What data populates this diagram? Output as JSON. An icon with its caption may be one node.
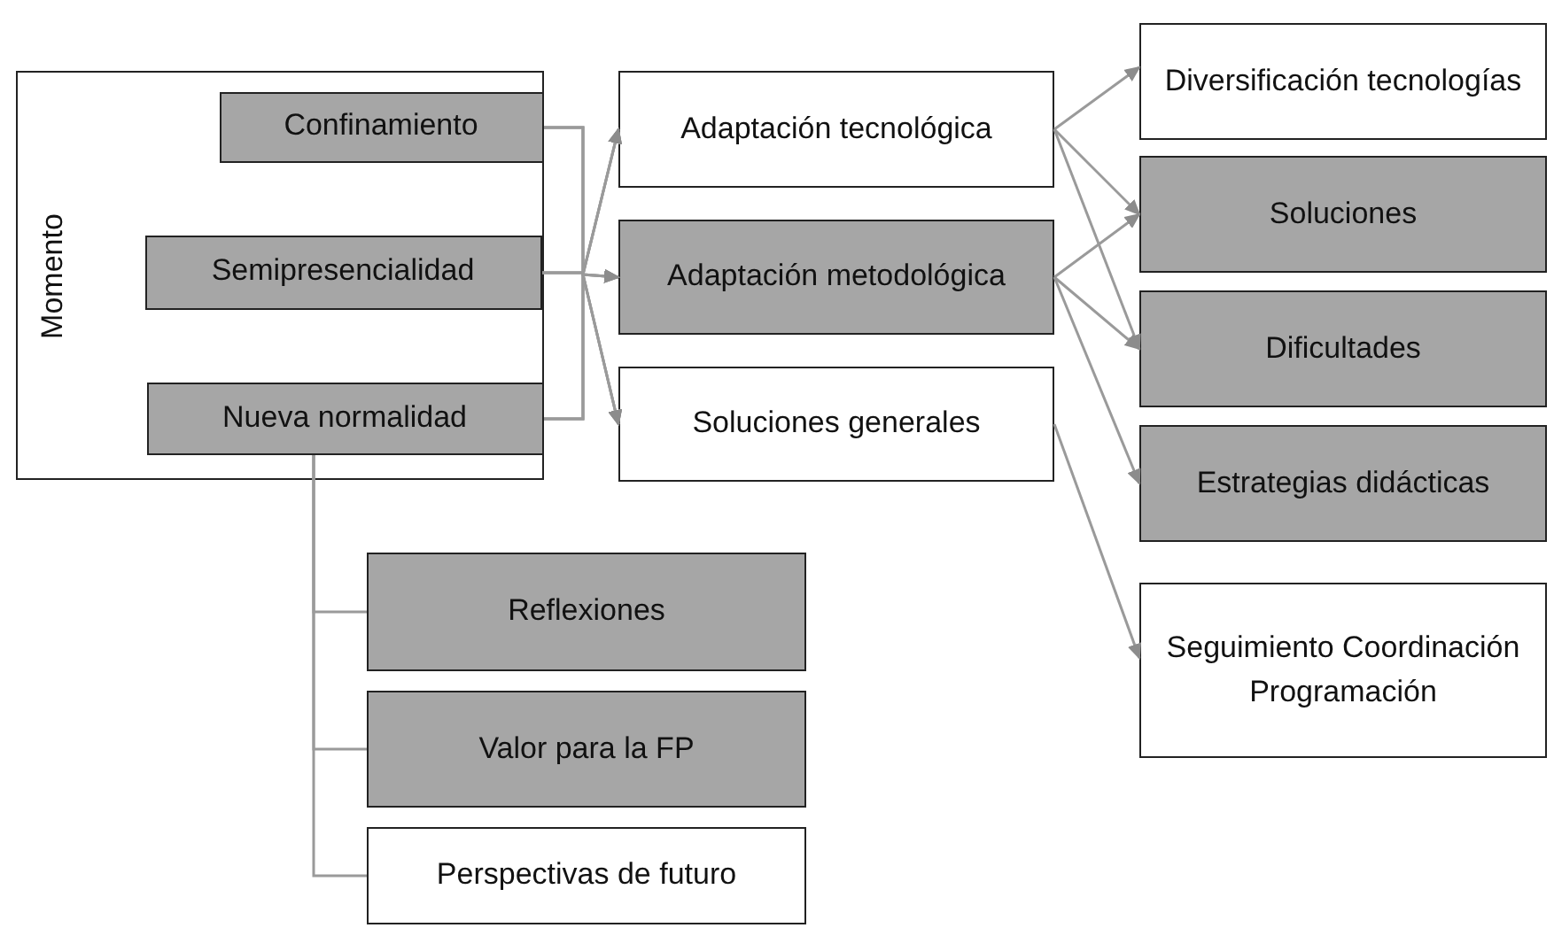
{
  "diagram": {
    "nodes": [
      {
        "text": [
          "Momento"
        ]
      },
      {
        "text": [
          "Confinamiento"
        ],
        "in": 0
      },
      {
        "text": [
          "Semipresencialidad"
        ],
        "in": 0
      },
      {
        "text": [
          "Nueva normalidad"
        ],
        "in": 0
      },
      {
        "text": [
          "Adaptación tecnológica"
        ]
      },
      {
        "text": [
          "Adaptación metodológica"
        ]
      },
      {
        "text": [
          "Soluciones generales"
        ]
      },
      {
        "text": [
          "Diversificación tecnologías"
        ]
      },
      {
        "text": [
          "Soluciones"
        ]
      },
      {
        "text": [
          "Dificultades"
        ]
      },
      {
        "text": [
          "Estrategias didácticas"
        ]
      },
      {
        "text": [
          "Seguimiento Coordinación Programación"
        ]
      },
      {
        "text": [
          "Reflexiones"
        ]
      },
      {
        "text": [
          "Valor para la FP"
        ]
      },
      {
        "text": [
          "Perspectivas de futuro"
        ]
      }
    ],
    "edges": [
      {
        "from": 1,
        "to": 4,
        "arrow": "to"
      },
      {
        "from": 1,
        "to": 5,
        "arrow": "to"
      },
      {
        "from": 1,
        "to": 6,
        "arrow": "to"
      },
      {
        "from": 2,
        "to": 4,
        "arrow": "to"
      },
      {
        "from": 2,
        "to": 5,
        "arrow": "to"
      },
      {
        "from": 2,
        "to": 6,
        "arrow": "to"
      },
      {
        "from": 3,
        "to": 4,
        "arrow": "to"
      },
      {
        "from": 3,
        "to": 5,
        "arrow": "to"
      },
      {
        "from": 3,
        "to": 6,
        "arrow": "to"
      },
      {
        "from": 4,
        "to": 7,
        "arrow": "to"
      },
      {
        "from": 4,
        "to": 8,
        "arrow": "to"
      },
      {
        "from": 4,
        "to": 9,
        "arrow": "to"
      },
      {
        "from": 5,
        "to": 8,
        "arrow": "to"
      },
      {
        "from": 5,
        "to": 9,
        "arrow": "to"
      },
      {
        "from": 5,
        "to": 10,
        "arrow": "to"
      },
      {
        "from": 6,
        "to": 11,
        "arrow": "to"
      },
      {
        "from": 3,
        "to": 12,
        "arrow": "none"
      },
      {
        "from": 3,
        "to": 13,
        "arrow": "none"
      },
      {
        "from": 3,
        "to": 14,
        "arrow": "none"
      }
    ]
  }
}
